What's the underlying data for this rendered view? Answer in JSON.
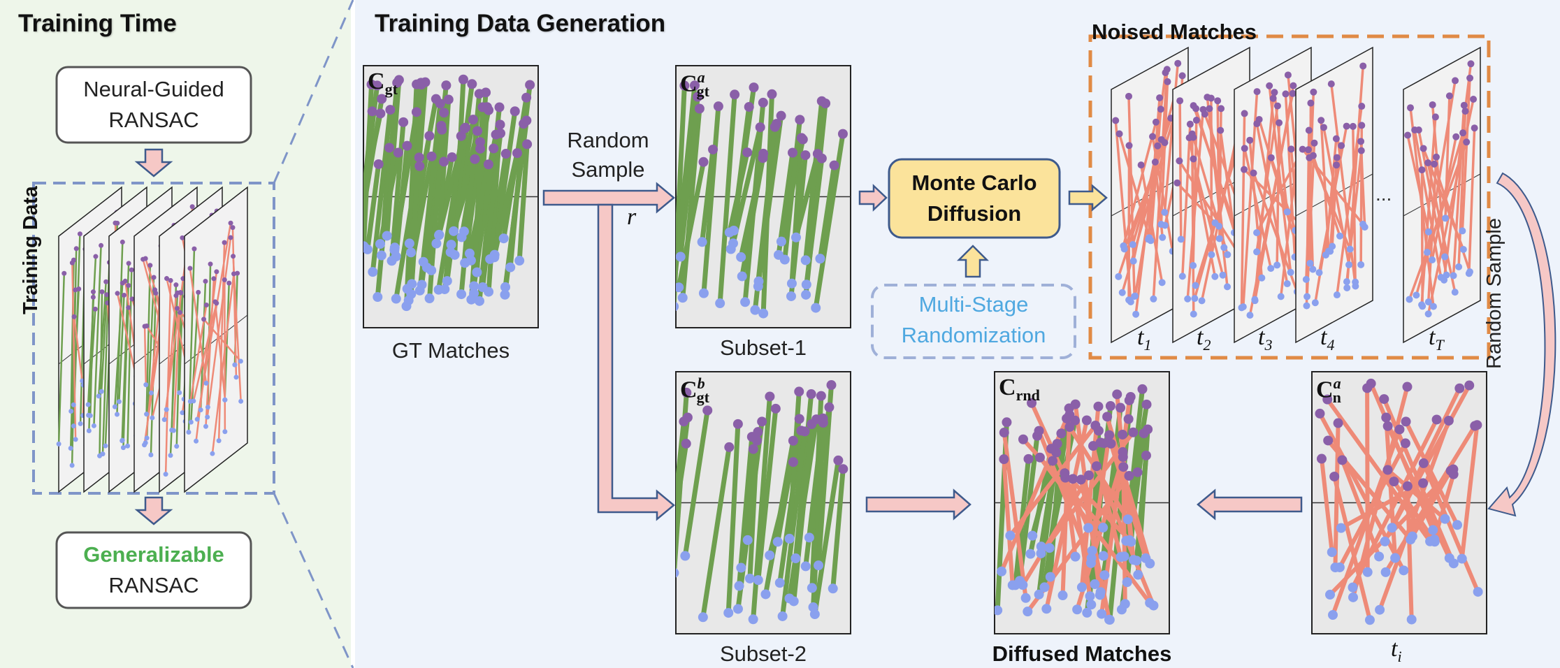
{
  "colors": {
    "left_bg": "#eef6ea",
    "main_bg": "#eef3fb",
    "green_match": "#6e9f4f",
    "red_match": "#ee8a77",
    "purple_point": "#8a5fa8",
    "blue_point": "#8aa0ee",
    "arrow_fill": "#f6c8c6",
    "arrow_stroke": "#3e5a8c",
    "dashed_blue": "#7f95c8",
    "dashed_orange": "#e08a45",
    "diffusion_box": "#fbe39b",
    "generalizable": "#4caf50",
    "multistage": "#4fa8e0"
  },
  "left": {
    "title": "Training Time",
    "neural_guided_line1": "Neural-Guided",
    "neural_guided_line2": "RANSAC",
    "training_data": "Training Data",
    "generalizable": "Generalizable",
    "ransac": "RANSAC"
  },
  "main": {
    "title": "Training Data Generation",
    "gt_symbol": "C",
    "gt_sub": "gt",
    "gt_label": "GT Matches",
    "random_sample_line1": "Random",
    "random_sample_line2": "Sample",
    "r": "r",
    "subset1_sup": "a",
    "subset1_sub": "gt",
    "subset1_label": "Subset-1",
    "subset2_sup": "b",
    "subset2_sub": "gt",
    "subset2_label": "Subset-2",
    "diffusion_line1": "Monte Carlo",
    "diffusion_line2": "Diffusion",
    "multistage_line1": "Multi-Stage",
    "multistage_line2": "Randomization",
    "noised_title": "Noised Matches",
    "t": "t",
    "t_subs": [
      "1",
      "2",
      "3",
      "4",
      "T"
    ],
    "ellipsis": "...",
    "right_random_sample": "Random Sample",
    "cn_sup": "a",
    "cn_sub": "n",
    "ti_sub": "i",
    "crnd_sub": "rnd",
    "diffused_label": "Diffused Matches"
  }
}
